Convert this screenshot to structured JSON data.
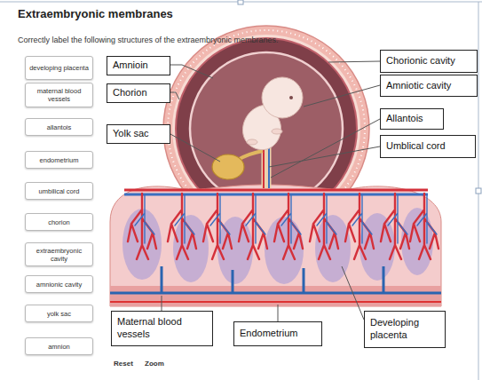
{
  "diagram": {
    "title": "Extraembryonic membranes",
    "nodes": [
      {
        "text": [
          "developing placenta"
        ]
      },
      {
        "text": [
          "maternal blood vessels"
        ]
      },
      {
        "text": [
          "allantois"
        ]
      },
      {
        "text": [
          "endometrium"
        ]
      },
      {
        "text": [
          "umbilical cord"
        ]
      },
      {
        "text": [
          "chorion"
        ]
      },
      {
        "text": [
          "extraembryonic cavity"
        ]
      },
      {
        "text": [
          "amnionic cavity"
        ]
      },
      {
        "text": [
          "yolk sac"
        ]
      },
      {
        "text": [
          "amnion"
        ]
      },
      {
        "text": [
          "Amnioin"
        ]
      },
      {
        "text": [
          "Chorion"
        ]
      },
      {
        "text": [
          "Yolk sac"
        ]
      },
      {
        "text": [
          "Chorionic cavity"
        ]
      },
      {
        "text": [
          "Amniotic cavity"
        ]
      },
      {
        "text": [
          "Allantois"
        ]
      },
      {
        "text": [
          "Umblical cord"
        ]
      },
      {
        "text": [
          "Maternal blood vessels"
        ]
      },
      {
        "text": [
          "Endometrium"
        ]
      },
      {
        "text": [
          "Developing placenta"
        ]
      }
    ],
    "labels": [
      "Correctly label the following structures of the extraembryonic membranes.",
      "Reset",
      "Zoom"
    ]
  }
}
